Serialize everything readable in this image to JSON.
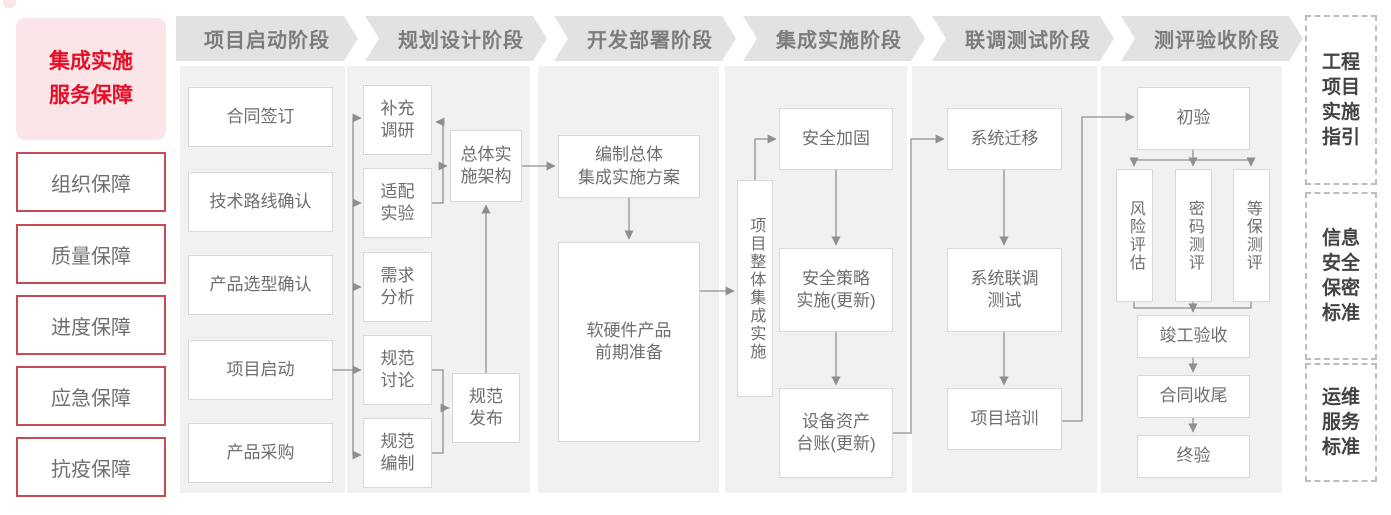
{
  "colors": {
    "header_bg": "#e3e2e2",
    "header_text": "#7c7c7c",
    "column_bg": "#f2f1f1",
    "node_border": "#d9d8d8",
    "node_text": "#6e6e6e",
    "connector": "#8f8f8f",
    "accent_red": "#e60f27",
    "red_border": "#c84a56",
    "pink_bg": "#fbe5e8",
    "dashed_border": "#bdbdbd",
    "standard_text": "#434343"
  },
  "sidebar": {
    "title": "集成实施\n服务保障",
    "items": [
      "组织保障",
      "质量保障",
      "进度保障",
      "应急保障",
      "抗疫保障"
    ]
  },
  "phases": [
    {
      "label": "项目启动阶段"
    },
    {
      "label": "规划设计阶段"
    },
    {
      "label": "开发部署阶段"
    },
    {
      "label": "集成实施阶段"
    },
    {
      "label": "联调测试阶段"
    },
    {
      "label": "测评验收阶段"
    }
  ],
  "nodes": {
    "contract_signing": "合同签订",
    "tech_route_confirm": "技术路线确认",
    "product_selection_confirm": "产品选型确认",
    "project_kickoff": "项目启动",
    "product_procurement": "产品采购",
    "supplementary_research": "补充\n调研",
    "adaptation_experiment": "适配\n实验",
    "requirement_analysis": "需求\n分析",
    "spec_discussion": "规范\n讨论",
    "spec_drafting": "规范\n编制",
    "overall_architecture": "总体实\n施架构",
    "spec_release": "规范\n发布",
    "overall_integration_plan": "编制总体\n集成实施方案",
    "product_preparation": "软硬件产品\n前期准备",
    "overall_integration_impl": "项目整体集成实施",
    "security_hardening": "安全加固",
    "security_policy_update": "安全策略\n实施(更新)",
    "asset_ledger_update": "设备资产\n台账(更新)",
    "system_migration": "系统迁移",
    "system_joint_testing": "系统联调\n测试",
    "project_training": "项目培训",
    "initial_acceptance": "初验",
    "risk_assessment": "风险评估",
    "crypto_evaluation": "密码测评",
    "mlps_evaluation": "等保测评",
    "completion_acceptance": "竣工验收",
    "contract_closure": "合同收尾",
    "final_acceptance": "终验"
  },
  "standards": [
    "工程\n项目\n实施\n指引",
    "信息\n安全\n保密\n标准",
    "运维\n服务\n标准"
  ]
}
